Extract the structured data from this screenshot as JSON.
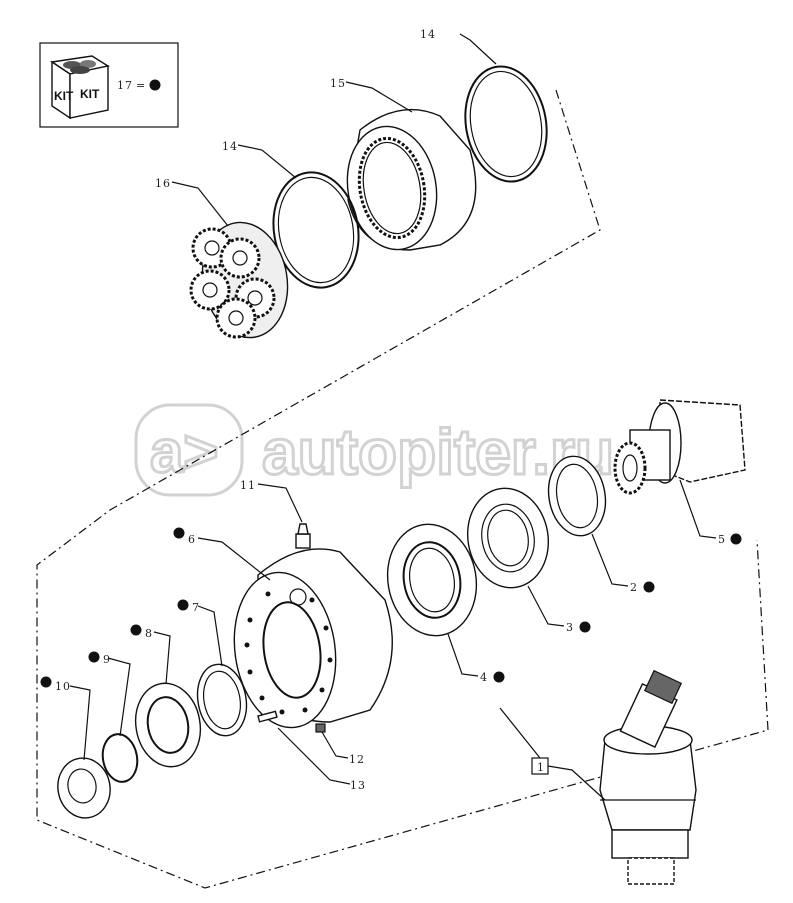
{
  "kit_box": {
    "icon_label_1": "KIT",
    "icon_label_2": "KIT",
    "legend_number": "17",
    "legend_symbol": "="
  },
  "watermark": {
    "logo_text": "a>",
    "site_text": "autopiter.ru"
  },
  "callouts": {
    "c1": "1",
    "c2": "2",
    "c3": "3",
    "c4": "4",
    "c5": "5",
    "c6": "6",
    "c7": "7",
    "c8": "8",
    "c9": "9",
    "c10": "10",
    "c11": "11",
    "c12": "12",
    "c13": "13",
    "c14a": "14",
    "c14b": "14",
    "c15": "15",
    "c16": "16"
  }
}
